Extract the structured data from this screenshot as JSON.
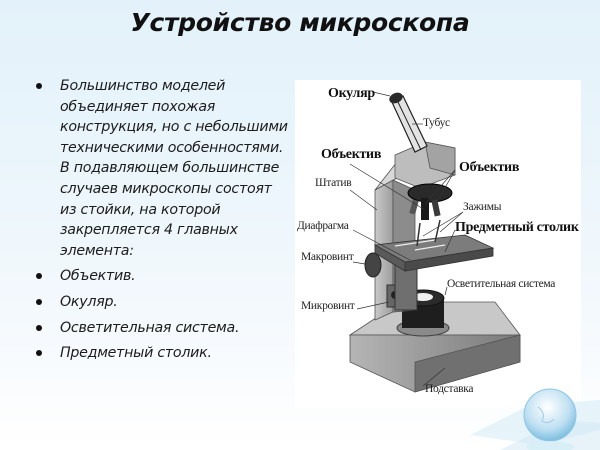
{
  "slide": {
    "title": "Устройство микроскопа",
    "bullets": [
      "Большинство моделей объединяет похожая конструкция, но с небольшими техническими особенностями. В подавляющем большинстве случаев микроскопы состоят из стойки, на которой закрепляется 4 главных элемента:",
      "Объектив.",
      "Окуляр.",
      "Осветительная система.",
      "Предметный столик."
    ]
  },
  "diagram": {
    "labels": {
      "eyepiece": "Окуляр",
      "tube": "Тубус",
      "objective_left": "Объектив",
      "objective_right": "Объектив",
      "stand": "Штатив",
      "clamps": "Зажимы",
      "diaphragm": "Диафрагма",
      "stage": "Предметный столик",
      "coarse_focus": "Макровинт",
      "illumination": "Осветительная система",
      "fine_focus": "Микровинт",
      "base": "Подставка"
    }
  },
  "colors": {
    "background_top": "#e3f1fa",
    "background_bottom": "#ffffff",
    "text": "#1c1c1c",
    "diagram_bg": "#ffffff"
  },
  "decoration": {
    "icon": "globe-icon"
  }
}
